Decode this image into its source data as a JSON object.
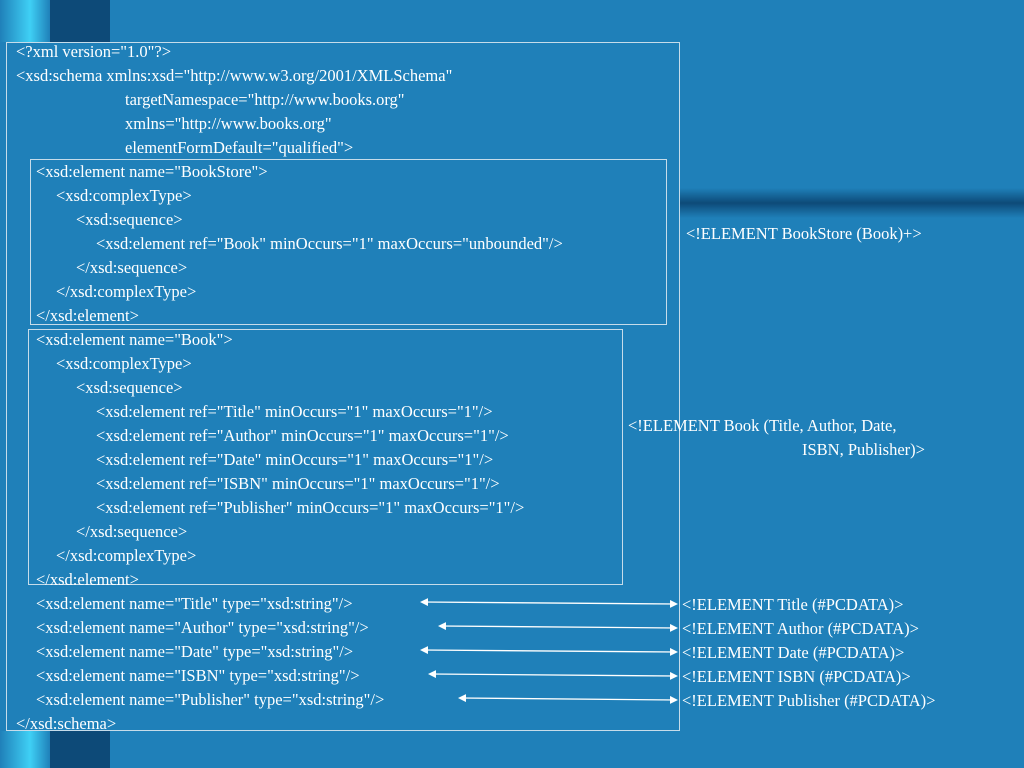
{
  "schema_lines": [
    "<?xml version=\"1.0\"?>",
    "<xsd:schema xmlns:xsd=\"http://www.w3.org/2001/XMLSchema\"",
    "targetNamespace=\"http://www.books.org\"",
    "xmlns=\"http://www.books.org\"",
    "elementFormDefault=\"qualified\">",
    "<xsd:element name=\"BookStore\">",
    "<xsd:complexType>",
    "<xsd:sequence>",
    "<xsd:element ref=\"Book\" minOccurs=\"1\" maxOccurs=\"unbounded\"/>",
    "</xsd:sequence>",
    "</xsd:complexType>",
    "</xsd:element>",
    "<xsd:element name=\"Book\">",
    "<xsd:complexType>",
    "<xsd:sequence>",
    "<xsd:element ref=\"Title\" minOccurs=\"1\" maxOccurs=\"1\"/>",
    "<xsd:element ref=\"Author\" minOccurs=\"1\" maxOccurs=\"1\"/>",
    "<xsd:element ref=\"Date\" minOccurs=\"1\" maxOccurs=\"1\"/>",
    "<xsd:element ref=\"ISBN\" minOccurs=\"1\" maxOccurs=\"1\"/>",
    "<xsd:element ref=\"Publisher\" minOccurs=\"1\" maxOccurs=\"1\"/>",
    "</xsd:sequence>",
    "</xsd:complexType>",
    "</xsd:element>",
    "<xsd:element name=\"Title\" type=\"xsd:string\"/>",
    "<xsd:element name=\"Author\" type=\"xsd:string\"/>",
    "<xsd:element name=\"Date\" type=\"xsd:string\"/>",
    "<xsd:element name=\"ISBN\" type=\"xsd:string\"/>",
    "<xsd:element name=\"Publisher\" type=\"xsd:string\"/>",
    "</xsd:schema>"
  ],
  "dtd": {
    "bookstore": "<!ELEMENT BookStore (Book)+>",
    "book_line1": "<!ELEMENT Book (Title, Author, Date,",
    "book_line2": "ISBN, Publisher)>",
    "title": "<!ELEMENT Title (#PCDATA)>",
    "author": "<!ELEMENT Author (#PCDATA)>",
    "date": "<!ELEMENT Date (#PCDATA)>",
    "isbn": "<!ELEMENT ISBN (#PCDATA)>",
    "publisher": "<!ELEMENT Publisher (#PCDATA)>"
  },
  "colors": {
    "background": "#1f80b9",
    "dark_bar": "#0d4a78",
    "accent": "#29c0ee",
    "text": "#ffffff"
  }
}
